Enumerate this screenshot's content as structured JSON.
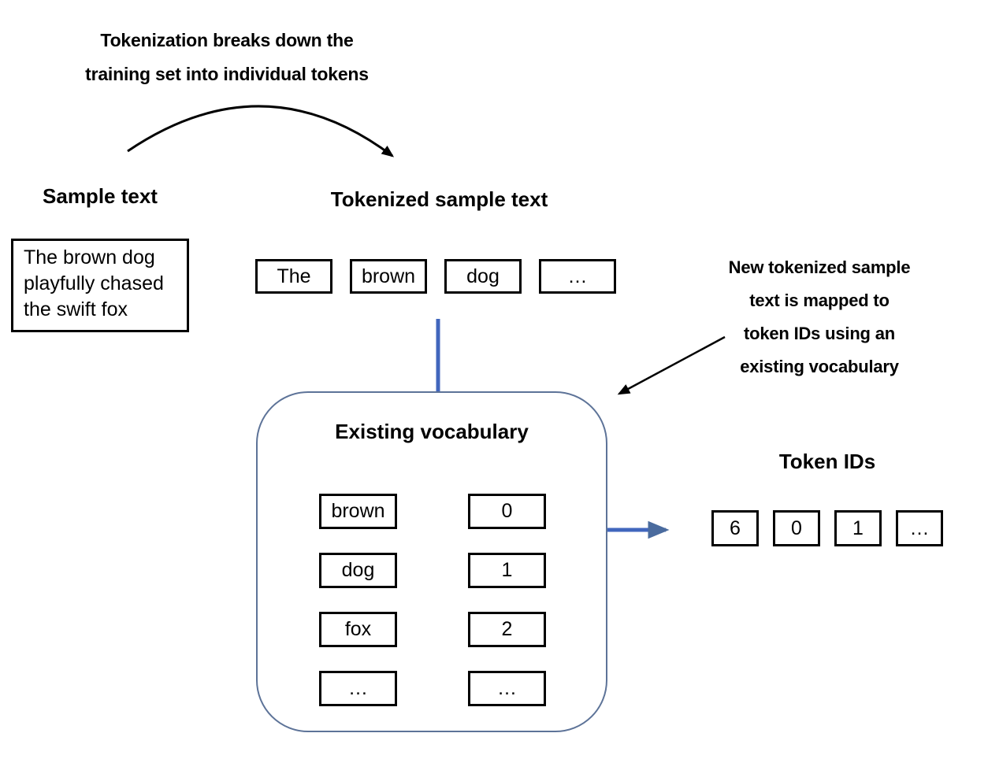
{
  "notes": {
    "tokenization_lines": [
      "Tokenization breaks down the",
      "training set into individual tokens"
    ],
    "mapping_lines": [
      "New tokenized sample",
      "text is mapped to",
      "token IDs using an",
      "existing vocabulary"
    ]
  },
  "sample": {
    "heading": "Sample text",
    "lines": [
      "The brown dog",
      "playfully chased",
      "the swift fox"
    ]
  },
  "tokenized": {
    "heading": "Tokenized sample text",
    "tokens": [
      "The",
      "brown",
      "dog",
      "…"
    ]
  },
  "vocabulary": {
    "heading": "Existing vocabulary",
    "entries": [
      {
        "token": "brown",
        "id": "0"
      },
      {
        "token": "dog",
        "id": "1"
      },
      {
        "token": "fox",
        "id": "2"
      },
      {
        "token": "…",
        "id": "…"
      }
    ]
  },
  "token_ids": {
    "heading": "Token IDs",
    "values": [
      "6",
      "0",
      "1",
      "…"
    ]
  },
  "colors": {
    "connector_blue": "#4166bd",
    "arrowhead_blue": "#4a6b9e",
    "panel_border": "#5d7398",
    "ink": "#000000"
  }
}
